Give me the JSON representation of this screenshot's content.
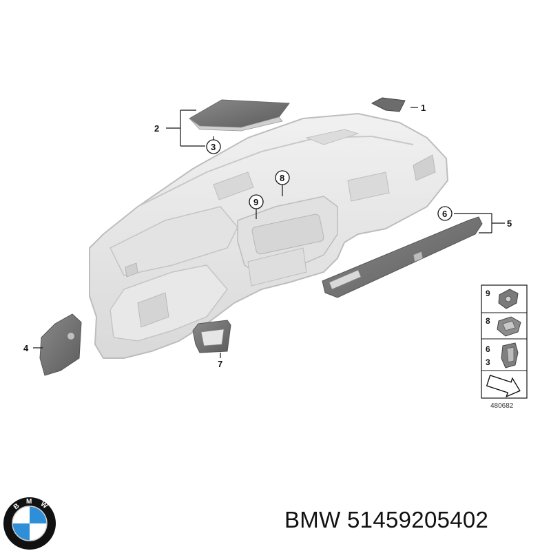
{
  "diagram": {
    "callouts": {
      "c1": "1",
      "c2": "2",
      "c3": "3",
      "c4": "4",
      "c5": "5",
      "c6": "6",
      "c7": "7",
      "c8": "8",
      "c9": "9"
    },
    "legend": {
      "row1": [
        "9"
      ],
      "row2": [
        "8"
      ],
      "row3": [
        "6",
        "3"
      ]
    },
    "reference_code": "480682"
  },
  "caption": {
    "brand": "BMW",
    "part_number": "51459205402"
  },
  "logo": {
    "letters": "BMW",
    "colors": {
      "blue": "#2f8ed8",
      "white": "#ffffff",
      "ring": "#111111"
    }
  }
}
